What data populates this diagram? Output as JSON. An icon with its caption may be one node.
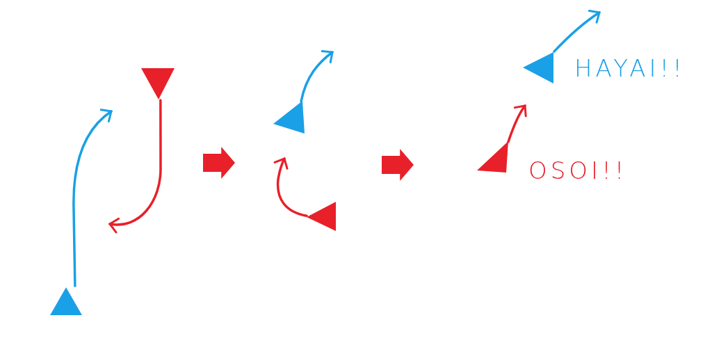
{
  "diagram": {
    "nodes": [
      {
        "text": [],
        "shape": "triangle"
      },
      {
        "text": [],
        "shape": "triangle"
      },
      {
        "text": [],
        "shape": "triangle"
      },
      {
        "text": [],
        "shape": "triangle"
      },
      {
        "text": [],
        "shape": "triangle"
      },
      {
        "text": [],
        "shape": "triangle"
      },
      {
        "text": [],
        "shape": "arrow"
      },
      {
        "text": [],
        "shape": "arrow"
      }
    ],
    "edges": [
      {
        "from": 0,
        "to": null,
        "arrow": "to",
        "color": "#1aa0e6"
      },
      {
        "from": 1,
        "to": null,
        "arrow": "to",
        "color": "#e8202a"
      },
      {
        "from": 2,
        "to": null,
        "arrow": "to",
        "color": "#1aa0e6"
      },
      {
        "from": 3,
        "to": null,
        "arrow": "to",
        "color": "#e8202a"
      },
      {
        "from": 4,
        "to": null,
        "arrow": "to",
        "color": "#e8202a"
      },
      {
        "from": 5,
        "to": null,
        "arrow": "to",
        "color": "#1aa0e6"
      }
    ],
    "labels": [
      "HAYAI!!",
      "OSOI!!"
    ]
  }
}
